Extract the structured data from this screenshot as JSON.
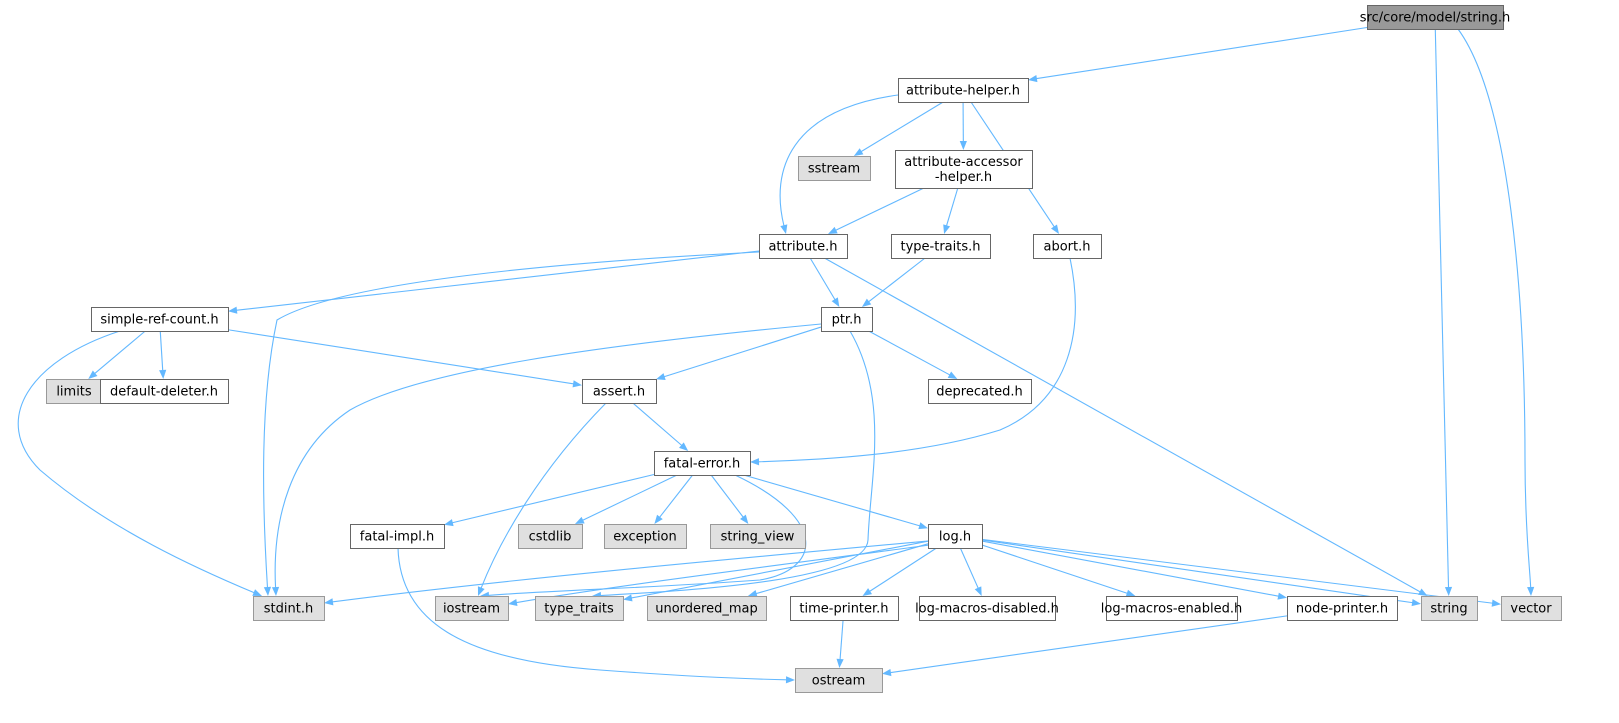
{
  "graph": {
    "colors": {
      "edge": "#63b8ff",
      "root_fill": "#999999",
      "root_stroke": "#666666",
      "local_fill": "#ffffff",
      "local_stroke": "#666666",
      "system_fill": "#e0e0e0",
      "system_stroke": "#999999"
    },
    "nodes": [
      {
        "id": "root",
        "kind": "root",
        "lines": [
          "src/core/model/string.h"
        ]
      },
      {
        "id": "attribute_helper",
        "kind": "local",
        "lines": [
          "attribute-helper.h"
        ]
      },
      {
        "id": "sstream",
        "kind": "system",
        "lines": [
          "sstream"
        ]
      },
      {
        "id": "attribute_accessor_helper",
        "kind": "local",
        "lines": [
          "attribute-accessor",
          "-helper.h"
        ]
      },
      {
        "id": "attribute",
        "kind": "local",
        "lines": [
          "attribute.h"
        ]
      },
      {
        "id": "type_traits_h",
        "kind": "local",
        "lines": [
          "type-traits.h"
        ]
      },
      {
        "id": "abort",
        "kind": "local",
        "lines": [
          "abort.h"
        ]
      },
      {
        "id": "simple_ref_count",
        "kind": "local",
        "lines": [
          "simple-ref-count.h"
        ]
      },
      {
        "id": "ptr",
        "kind": "local",
        "lines": [
          "ptr.h"
        ]
      },
      {
        "id": "limits",
        "kind": "system",
        "lines": [
          "limits"
        ]
      },
      {
        "id": "default_deleter",
        "kind": "local",
        "lines": [
          "default-deleter.h"
        ]
      },
      {
        "id": "assert",
        "kind": "local",
        "lines": [
          "assert.h"
        ]
      },
      {
        "id": "deprecated",
        "kind": "local",
        "lines": [
          "deprecated.h"
        ]
      },
      {
        "id": "fatal_error",
        "kind": "local",
        "lines": [
          "fatal-error.h"
        ]
      },
      {
        "id": "fatal_impl",
        "kind": "local",
        "lines": [
          "fatal-impl.h"
        ]
      },
      {
        "id": "cstdlib",
        "kind": "system",
        "lines": [
          "cstdlib"
        ]
      },
      {
        "id": "exception",
        "kind": "system",
        "lines": [
          "exception"
        ]
      },
      {
        "id": "string_view",
        "kind": "system",
        "lines": [
          "string_view"
        ]
      },
      {
        "id": "log",
        "kind": "local",
        "lines": [
          "log.h"
        ]
      },
      {
        "id": "stdint",
        "kind": "system",
        "lines": [
          "stdint.h"
        ]
      },
      {
        "id": "iostream",
        "kind": "system",
        "lines": [
          "iostream"
        ]
      },
      {
        "id": "type_traits",
        "kind": "system",
        "lines": [
          "type_traits"
        ]
      },
      {
        "id": "unordered_map",
        "kind": "system",
        "lines": [
          "unordered_map"
        ]
      },
      {
        "id": "time_printer",
        "kind": "local",
        "lines": [
          "time-printer.h"
        ]
      },
      {
        "id": "log_macros_disabled",
        "kind": "local",
        "lines": [
          "log-macros-disabled.h"
        ]
      },
      {
        "id": "log_macros_enabled",
        "kind": "local",
        "lines": [
          "log-macros-enabled.h"
        ]
      },
      {
        "id": "node_printer",
        "kind": "local",
        "lines": [
          "node-printer.h"
        ]
      },
      {
        "id": "string",
        "kind": "system",
        "lines": [
          "string"
        ]
      },
      {
        "id": "vector",
        "kind": "system",
        "lines": [
          "vector"
        ]
      },
      {
        "id": "ostream",
        "kind": "system",
        "lines": [
          "ostream"
        ]
      }
    ],
    "edges": [
      {
        "from": "root",
        "to": "attribute_helper"
      },
      {
        "from": "root",
        "to": "string"
      },
      {
        "from": "root",
        "to": "vector"
      },
      {
        "from": "attribute_helper",
        "to": "sstream"
      },
      {
        "from": "attribute_helper",
        "to": "attribute_accessor_helper"
      },
      {
        "from": "attribute_helper",
        "to": "abort"
      },
      {
        "from": "attribute_helper",
        "to": "attribute"
      },
      {
        "from": "attribute_accessor_helper",
        "to": "attribute"
      },
      {
        "from": "attribute_accessor_helper",
        "to": "type_traits_h"
      },
      {
        "from": "attribute",
        "to": "simple_ref_count"
      },
      {
        "from": "attribute",
        "to": "ptr"
      },
      {
        "from": "attribute",
        "to": "stdint"
      },
      {
        "from": "attribute",
        "to": "string"
      },
      {
        "from": "type_traits_h",
        "to": "ptr"
      },
      {
        "from": "abort",
        "to": "fatal_error"
      },
      {
        "from": "simple_ref_count",
        "to": "limits"
      },
      {
        "from": "simple_ref_count",
        "to": "default_deleter"
      },
      {
        "from": "simple_ref_count",
        "to": "assert"
      },
      {
        "from": "simple_ref_count",
        "to": "stdint"
      },
      {
        "from": "ptr",
        "to": "assert"
      },
      {
        "from": "ptr",
        "to": "deprecated"
      },
      {
        "from": "ptr",
        "to": "stdint"
      },
      {
        "from": "ptr",
        "to": "type_traits"
      },
      {
        "from": "assert",
        "to": "fatal_error"
      },
      {
        "from": "assert",
        "to": "iostream"
      },
      {
        "from": "fatal_error",
        "to": "fatal_impl"
      },
      {
        "from": "fatal_error",
        "to": "cstdlib"
      },
      {
        "from": "fatal_error",
        "to": "exception"
      },
      {
        "from": "fatal_error",
        "to": "string_view"
      },
      {
        "from": "fatal_error",
        "to": "log"
      },
      {
        "from": "fatal_error",
        "to": "iostream"
      },
      {
        "from": "fatal_impl",
        "to": "ostream"
      },
      {
        "from": "log",
        "to": "stdint"
      },
      {
        "from": "log",
        "to": "iostream"
      },
      {
        "from": "log",
        "to": "type_traits"
      },
      {
        "from": "log",
        "to": "unordered_map"
      },
      {
        "from": "log",
        "to": "time_printer"
      },
      {
        "from": "log",
        "to": "log_macros_disabled"
      },
      {
        "from": "log",
        "to": "log_macros_enabled"
      },
      {
        "from": "log",
        "to": "node_printer"
      },
      {
        "from": "log",
        "to": "string"
      },
      {
        "from": "log",
        "to": "vector"
      },
      {
        "from": "time_printer",
        "to": "ostream"
      },
      {
        "from": "node_printer",
        "to": "ostream"
      }
    ]
  }
}
